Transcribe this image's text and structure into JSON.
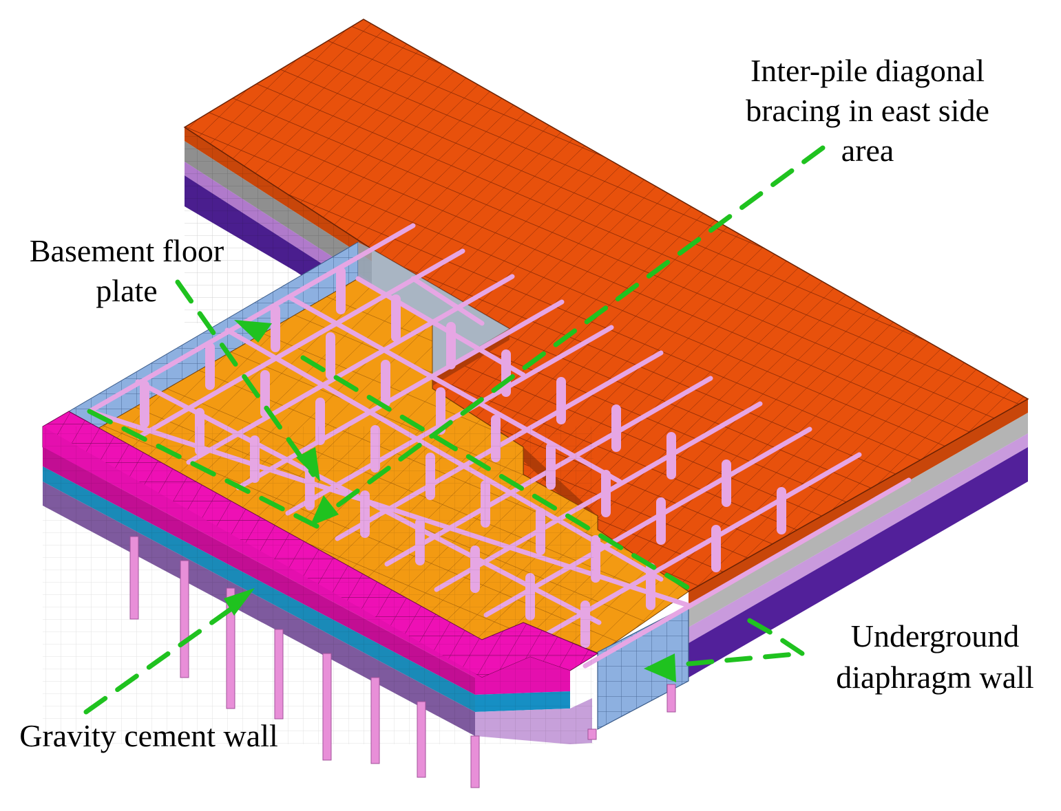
{
  "labels": {
    "inter_pile_line1": "Inter-pile diagonal",
    "inter_pile_line2": "bracing in east side",
    "inter_pile_line3": "area",
    "basement_line1": "Basement floor",
    "basement_line2": "plate",
    "underground_line1": "Underground",
    "underground_line2": "diaphragm wall",
    "gravity": "Gravity cement wall"
  },
  "colors": {
    "soil_top": "#E8510C",
    "soil_gray": "#9A9A9A",
    "soil_lilac": "#C08FD6",
    "soil_purple": "#52209A",
    "diaphragm_wall": "#8DB0E0",
    "floor_plate": "#F39A12",
    "bracing": "#E6A6E4",
    "gravity_wall_top": "#EE10B5",
    "gravity_wall_band": "#1A8AB8",
    "leader_line": "#1FC21F",
    "text": "#000000"
  }
}
